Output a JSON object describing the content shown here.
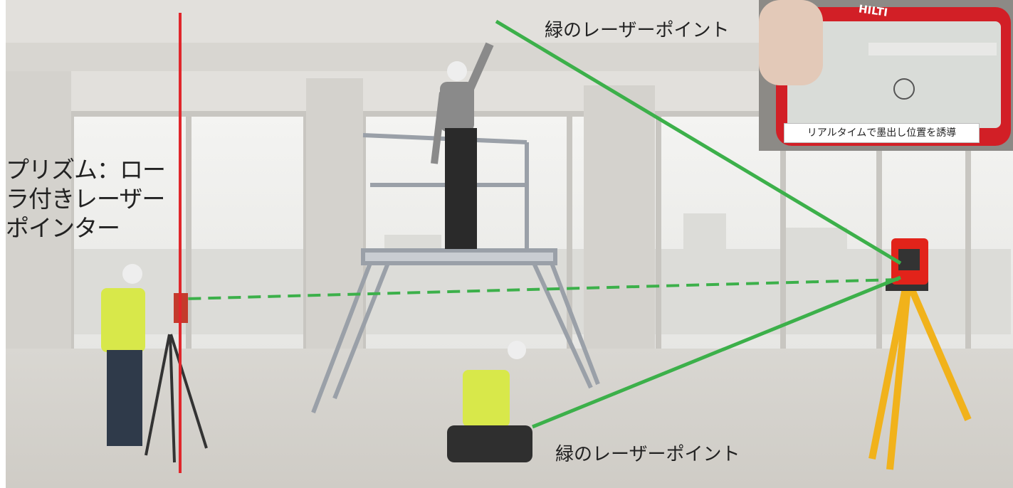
{
  "labels": {
    "prism": "プリズム：ローラ付きレーザーポインター",
    "green_point_top": "緑のレーザーポイント",
    "green_point_bottom": "緑のレーザーポイント"
  },
  "tablet": {
    "brand": "HILTI",
    "caption": "リアルタイムで墨出し位置を誘導"
  },
  "colors": {
    "red_laser": "#e0262b",
    "green_laser": "#3cb04a",
    "tripod_yellow": "#f1b21b",
    "instrument_red": "#e2231a",
    "vest": "#d8e84a"
  }
}
